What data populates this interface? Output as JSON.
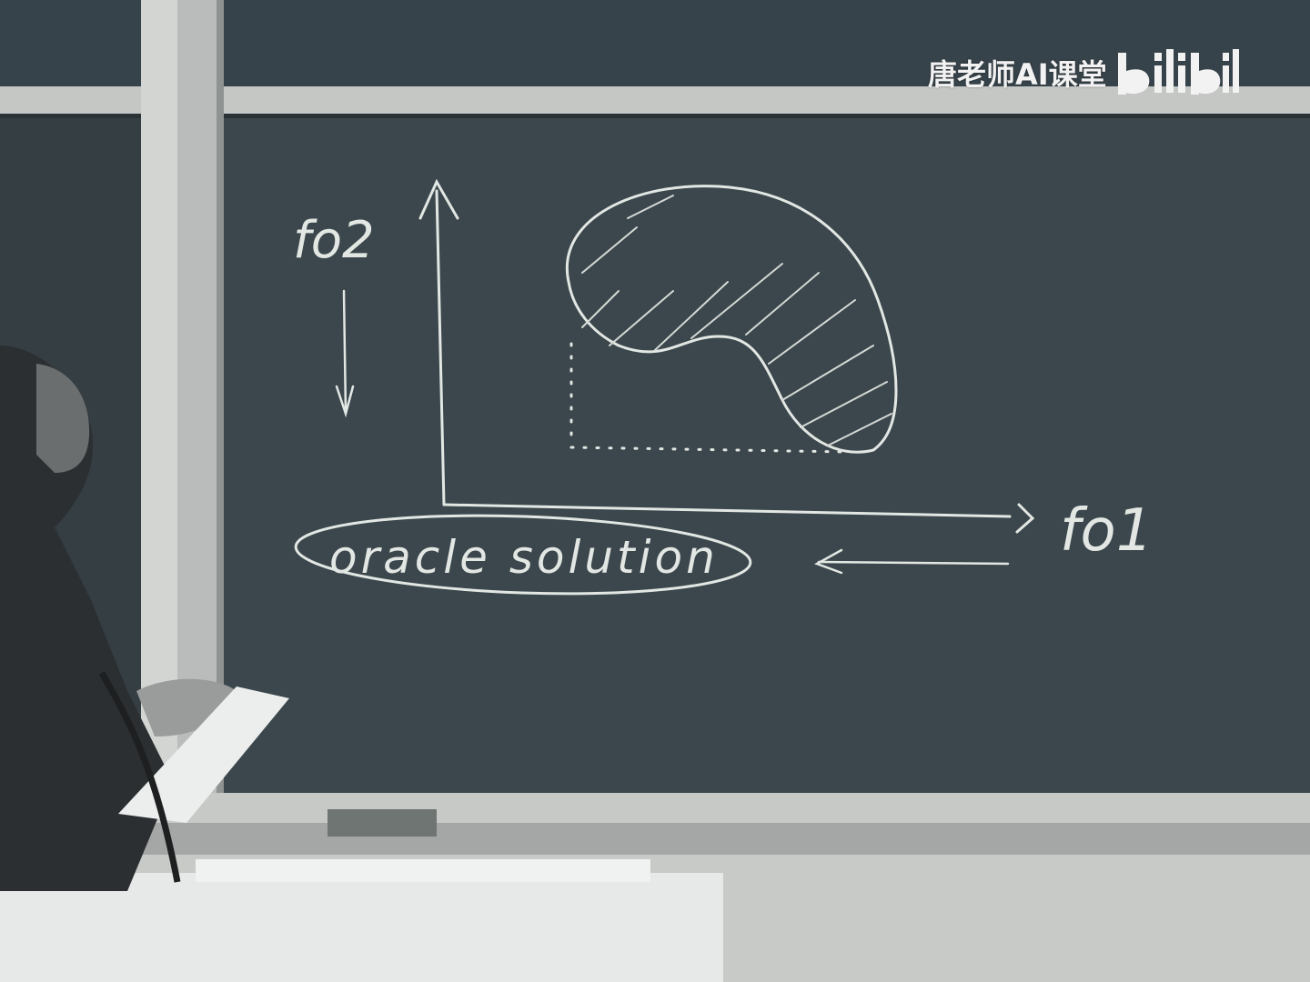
{
  "watermark": {
    "channel": "唐老师AI课堂",
    "platform_logo": "bilibili-logo"
  },
  "board": {
    "y_axis_label": "fo2",
    "x_axis_label": "fo1",
    "circled_text": "oracle solution"
  },
  "colors": {
    "chalkboard": "#3b474c",
    "chalk": "#e3e7e4",
    "frame": "#c9ccc9",
    "paper": "#eceeee"
  }
}
